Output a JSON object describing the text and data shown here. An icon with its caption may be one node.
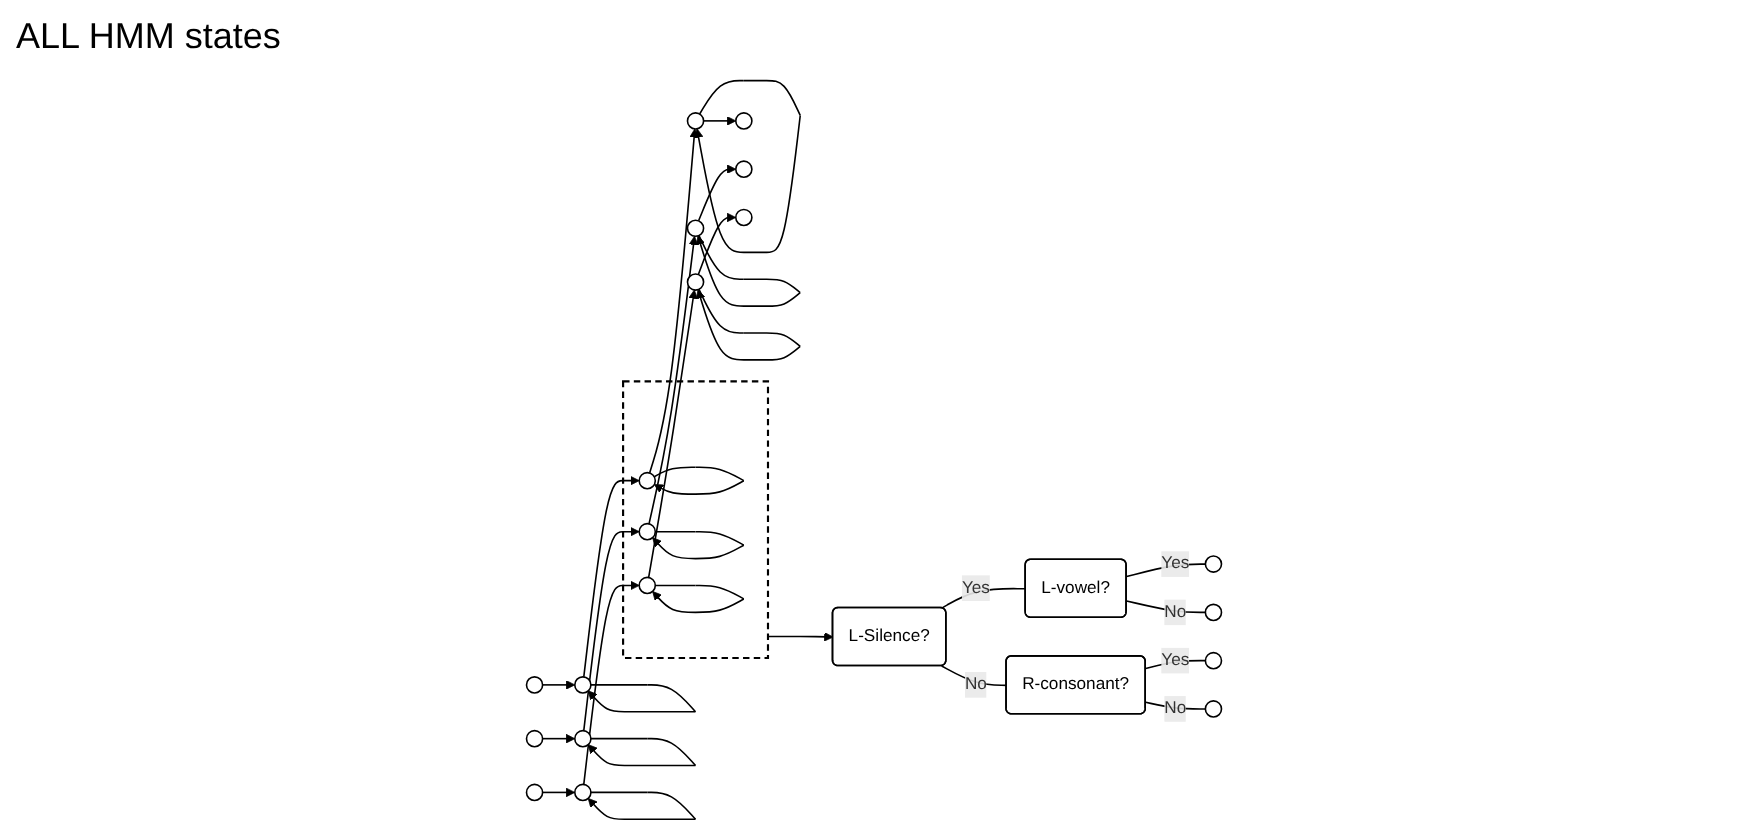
{
  "diagram": {
    "nodes": [
      {
        "text": [],
        "shape": "box"
      },
      {
        "text": [],
        "shape": "circle"
      },
      {
        "text": [],
        "shape": "circle"
      },
      {
        "text": [],
        "shape": "circle",
        "in": 0
      },
      {
        "text": [],
        "shape": "circle"
      },
      {
        "text": [],
        "shape": "circle"
      },
      {
        "text": [],
        "shape": "circle"
      },
      {
        "text": [],
        "shape": "circle"
      },
      {
        "text": [],
        "shape": "circle",
        "in": 0
      },
      {
        "text": [],
        "shape": "circle"
      },
      {
        "text": [],
        "shape": "circle"
      },
      {
        "text": [],
        "shape": "circle"
      },
      {
        "text": [],
        "shape": "circle"
      },
      {
        "text": [],
        "shape": "circle",
        "in": 0
      },
      {
        "text": [],
        "shape": "circle"
      },
      {
        "text": [],
        "shape": "circle"
      },
      {
        "text": [
          "L-Silence?"
        ]
      },
      {
        "text": [
          "L-vowel?"
        ]
      },
      {
        "text": [
          "R-consonant?"
        ]
      },
      {
        "text": [],
        "shape": "circle"
      },
      {
        "text": [],
        "shape": "circle"
      },
      {
        "text": [],
        "shape": "circle"
      },
      {
        "text": [],
        "shape": "circle"
      }
    ],
    "edges": [
      {
        "from": 1,
        "to": 2,
        "arrow": "to"
      },
      {
        "from": 2,
        "to": 2,
        "arrow": "to"
      },
      {
        "from": 2,
        "to": 3,
        "arrow": "to"
      },
      {
        "from": 3,
        "to": 3,
        "arrow": "to"
      },
      {
        "from": 3,
        "to": 4,
        "arrow": "to"
      },
      {
        "from": 4,
        "to": 4,
        "arrow": "to"
      },
      {
        "from": 4,
        "to": 5,
        "arrow": "to"
      },
      {
        "from": 6,
        "to": 7,
        "arrow": "to"
      },
      {
        "from": 7,
        "to": 7,
        "arrow": "to"
      },
      {
        "from": 7,
        "to": 8,
        "arrow": "to"
      },
      {
        "from": 8,
        "to": 8,
        "arrow": "to"
      },
      {
        "from": 8,
        "to": 9,
        "arrow": "to"
      },
      {
        "from": 9,
        "to": 9,
        "arrow": "to"
      },
      {
        "from": 9,
        "to": 10,
        "arrow": "to"
      },
      {
        "from": 11,
        "to": 12,
        "arrow": "to"
      },
      {
        "from": 12,
        "to": 12,
        "arrow": "to"
      },
      {
        "from": 12,
        "to": 13,
        "arrow": "to"
      },
      {
        "from": 13,
        "to": 13,
        "arrow": "to"
      },
      {
        "from": 13,
        "to": 14,
        "arrow": "to"
      },
      {
        "from": 14,
        "to": 14,
        "arrow": "to"
      },
      {
        "from": 14,
        "to": 15,
        "arrow": "to"
      },
      {
        "from": 0,
        "to": 16,
        "arrow": "to"
      },
      {
        "from": 16,
        "to": 17,
        "label": "Yes",
        "arrow": "none"
      },
      {
        "from": 16,
        "to": 18,
        "label": "No",
        "arrow": "none"
      },
      {
        "from": 17,
        "to": 19,
        "label": "Yes",
        "arrow": "none"
      },
      {
        "from": 17,
        "to": 20,
        "label": "No",
        "arrow": "none"
      },
      {
        "from": 18,
        "to": 21,
        "label": "Yes",
        "arrow": "none"
      },
      {
        "from": 18,
        "to": 22,
        "label": "No",
        "arrow": "none"
      }
    ],
    "labels": [
      "ALL HMM states"
    ]
  }
}
